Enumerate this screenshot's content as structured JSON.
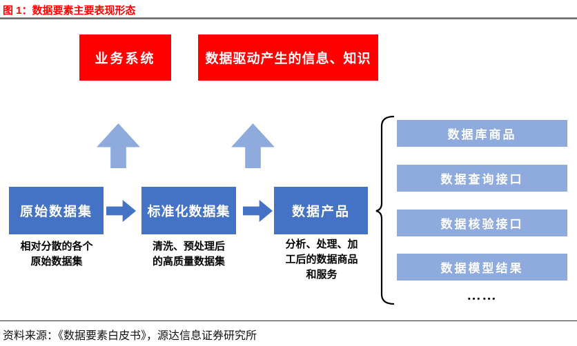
{
  "figure": {
    "title": "图 1：数据要素主要表现形态",
    "source": "资料来源：《数据要素白皮书》，源达信息证券研究所"
  },
  "colors": {
    "box_red": "#fe0000",
    "box_dark_blue": "#4472c4",
    "box_light_blue": "#8faadc",
    "title_red": "#ff0000"
  },
  "top_boxes": {
    "business_system": "业务系统",
    "data_driven_info": "数据驱动产生的信息、知识"
  },
  "flow": {
    "stages": [
      {
        "label": "原始数据集",
        "caption": "相对分散的各个\n原始数据集"
      },
      {
        "label": "标准化数据集",
        "caption": "清洗、预处理后\n的高质量数据集"
      },
      {
        "label": "数据产品",
        "caption": "分析、处理、加\n工后的数据商品\n和服务"
      }
    ]
  },
  "outputs": {
    "items": [
      {
        "label": "数据库商品"
      },
      {
        "label": "数据查询接口"
      },
      {
        "label": "数据核验接口"
      },
      {
        "label": "数据模型结果"
      }
    ],
    "ellipsis": "……"
  }
}
